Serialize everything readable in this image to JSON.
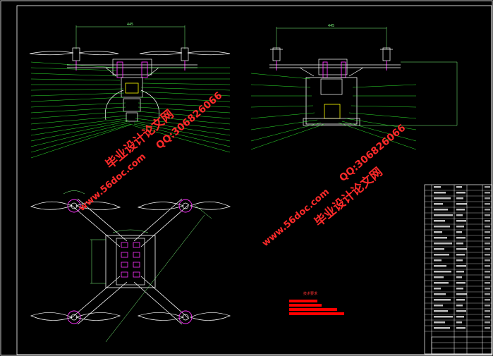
{
  "drawing": {
    "frame_color": "#ffffff",
    "leader_color": "#33ff33",
    "part_color": "#ffffff",
    "accent_color": "#ff33ff",
    "highlight_color": "#ffff00",
    "dimension_color": "#7fff7f",
    "notes_color": "#ff0000"
  },
  "dimensions": {
    "front_span": "445",
    "side_span": "445"
  },
  "watermarks": {
    "site": "www.56doc.com",
    "name": "毕业设计论文网",
    "qq": "QQ:306826066",
    "color": "#ff2a2a"
  },
  "notes": {
    "title": "技术要求"
  },
  "title_block": {
    "icon": "grid-table-icon"
  }
}
